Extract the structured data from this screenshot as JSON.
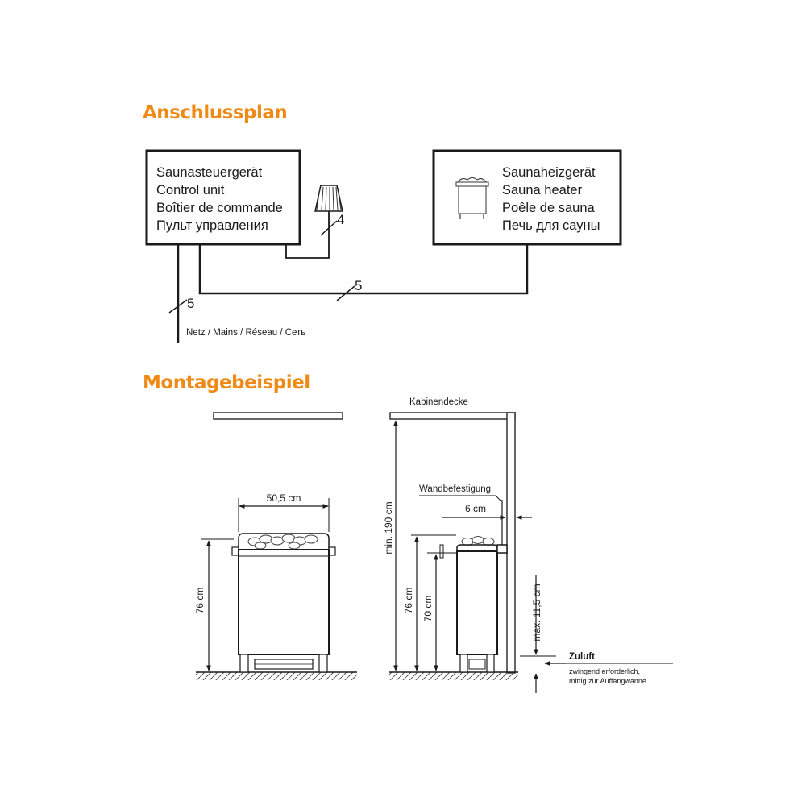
{
  "accent_color": "#ef8a17",
  "headings": {
    "wiring": "Anschlussplan",
    "mounting": "Montagebeispiel"
  },
  "control_unit": {
    "lines": [
      "Saunasteuergerät",
      "Control unit",
      "Boîtier de commande",
      "Пульт управления"
    ]
  },
  "sauna_heater": {
    "lines": [
      "Saunaheizgerät",
      "Sauna heater",
      "Poêle de sauna",
      "Печь для сауны"
    ]
  },
  "wiring": {
    "lamp_cable_cores": "4",
    "heater_cable_cores": "5",
    "mains_cable_cores": "5",
    "mains_label": "Netz / Mains / Réseau / Сеть"
  },
  "front_view": {
    "width_label": "50,5 cm",
    "height_label": "76 cm"
  },
  "side_view": {
    "ceiling_label": "Kabinendecke",
    "min_height_label": "min. 190 cm",
    "wall_mount_label": "Wandbefestigung",
    "wall_distance_label": "6 cm",
    "height_76_label": "76 cm",
    "height_70_label": "70 cm",
    "max_gap_label": "max. 11,5 cm",
    "air_inlet_label": "Zuluft",
    "air_note_line1": "zwingend erforderlich,",
    "air_note_line2": "mittig zur Auffangwanne"
  }
}
